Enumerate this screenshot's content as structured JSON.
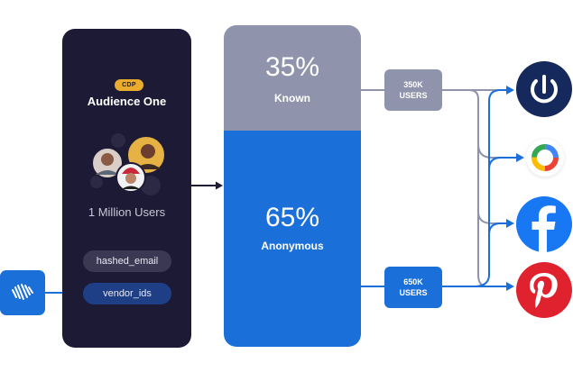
{
  "audience": {
    "badge": "CDP",
    "title": "Audience One",
    "users": "1 Million Users",
    "identifiers": [
      "hashed_email",
      "vendor_ids"
    ]
  },
  "segments": {
    "known": {
      "percent": "35%",
      "label": "Known",
      "tag_line1": "350K",
      "tag_line2": "USERS"
    },
    "anonymous": {
      "percent": "65%",
      "label": "Anonymous",
      "tag_line1": "650K",
      "tag_line2": "USERS"
    }
  },
  "destinations": [
    "power-icon",
    "google-icon",
    "facebook-icon",
    "pinterest-icon"
  ],
  "source_icon": "wave-signal-icon",
  "colors": {
    "card_dark": "#1d1a36",
    "accent_blue": "#1a6fd9",
    "known_gray": "#8f93ab",
    "badge_yellow": "#e9ac2d"
  }
}
